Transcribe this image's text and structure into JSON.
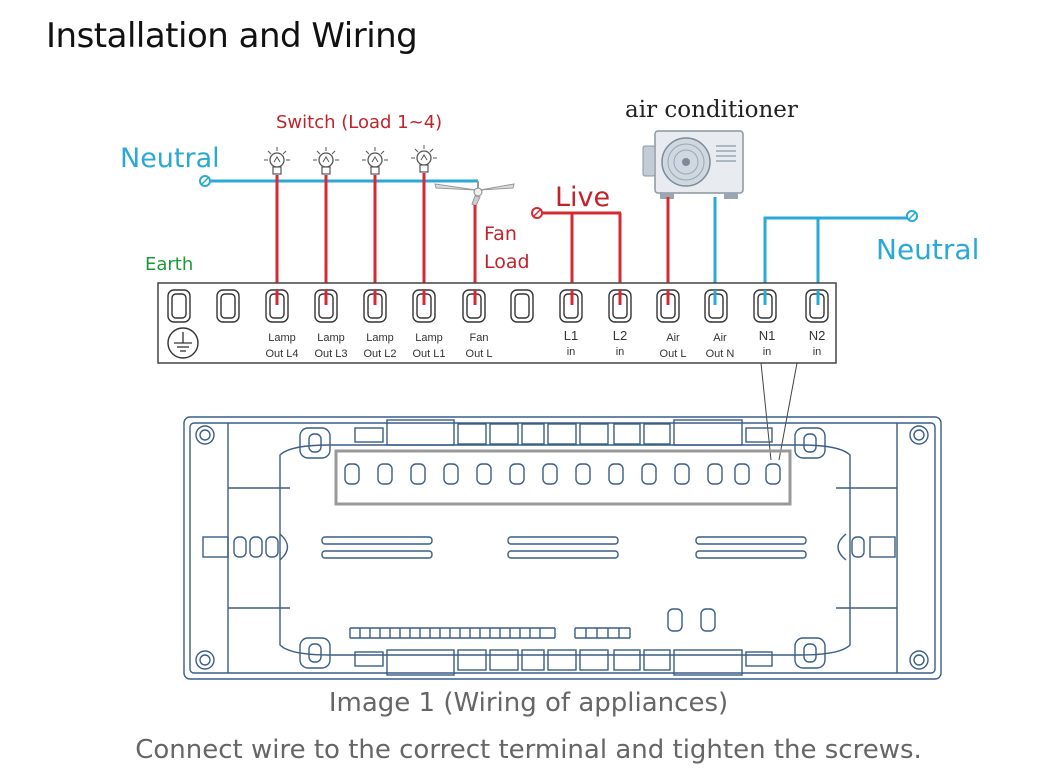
{
  "title": "Installation and Wiring",
  "labels": {
    "switch_load": "Switch (Load 1~4)",
    "neutral_left": "Neutral",
    "neutral_right": "Neutral",
    "live": "Live",
    "fan_load_1": "Fan",
    "fan_load_2": "Load",
    "earth": "Earth",
    "air_conditioner": "air conditioner"
  },
  "terminals": [
    {
      "line1": "Lamp",
      "line2": "Out L4"
    },
    {
      "line1": "Lamp",
      "line2": "Out L3"
    },
    {
      "line1": "Lamp",
      "line2": "Out L2"
    },
    {
      "line1": "Lamp",
      "line2": "Out L1"
    },
    {
      "line1": "Fan",
      "line2": "Out L"
    },
    {
      "line1": "L1",
      "line2": "in"
    },
    {
      "line1": "L2",
      "line2": "in"
    },
    {
      "line1": "Air",
      "line2": "Out L"
    },
    {
      "line1": "Air",
      "line2": "Out N"
    },
    {
      "line1": "N1",
      "line2": "in"
    },
    {
      "line1": "N2",
      "line2": "in"
    }
  ],
  "caption": "Image 1 (Wiring of appliances)",
  "instruction": "Connect wire to the correct terminal and tighten the screws.",
  "colors": {
    "live": "#d62a33",
    "neutral": "#2aa9d6",
    "earth_label": "#1b9a3a",
    "switch_label": "#c0242a",
    "board": "#3a5f86"
  },
  "icons": [
    "bulb-icon",
    "ceiling-fan-icon",
    "air-conditioner-icon",
    "earth-ground-icon"
  ]
}
